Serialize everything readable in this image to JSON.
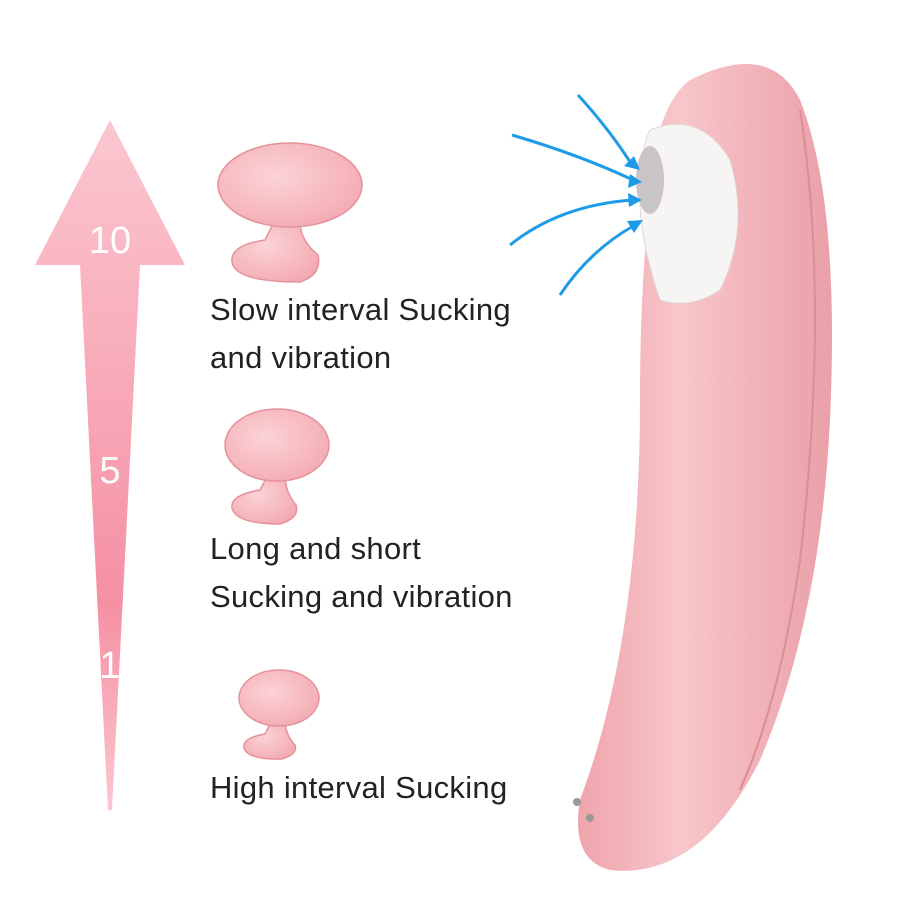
{
  "intensity_arrow": {
    "levels": [
      "10",
      "5",
      "1"
    ],
    "colors": {
      "top": "#fbc7d1",
      "bottom": "#f4889c"
    }
  },
  "modes": [
    {
      "line1": "Slow  interval Sucking",
      "line2": "and  vibration",
      "icon": "cloud-large-icon"
    },
    {
      "line1": "Long and short",
      "line2": "Sucking and  vibration",
      "icon": "cloud-medium-icon"
    },
    {
      "line1": "High interval Sucking",
      "icon": "cloud-small-icon"
    }
  ],
  "product": {
    "body_color": "#f4b8bd",
    "head_color": "#f7f4f4",
    "airflow_color": "#1e9be6"
  }
}
